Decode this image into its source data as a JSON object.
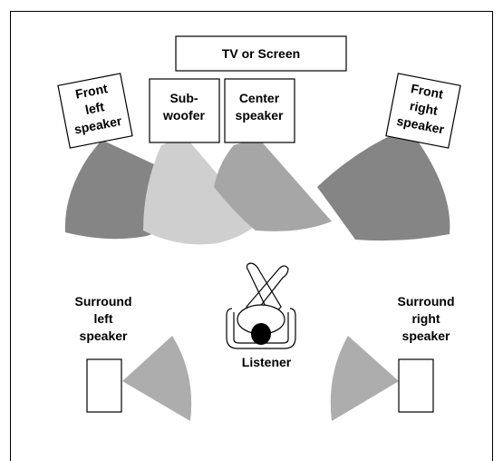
{
  "diagram": {
    "tv": "TV or Screen",
    "front_left": [
      "Front",
      "left",
      "speaker"
    ],
    "subwoofer": [
      "Sub-",
      "woofer"
    ],
    "center": [
      "Center",
      "speaker"
    ],
    "front_right": [
      "Front",
      "right",
      "speaker"
    ],
    "surround_left": [
      "Surround",
      "left",
      "speaker"
    ],
    "surround_right": [
      "Surround",
      "right",
      "speaker"
    ],
    "listener": "Listener",
    "colors": {
      "front_fan": "#858585",
      "sub_fan": "#cfcfcf",
      "center_fan": "#a6a6a6",
      "surround_fan": "#adadad"
    }
  }
}
